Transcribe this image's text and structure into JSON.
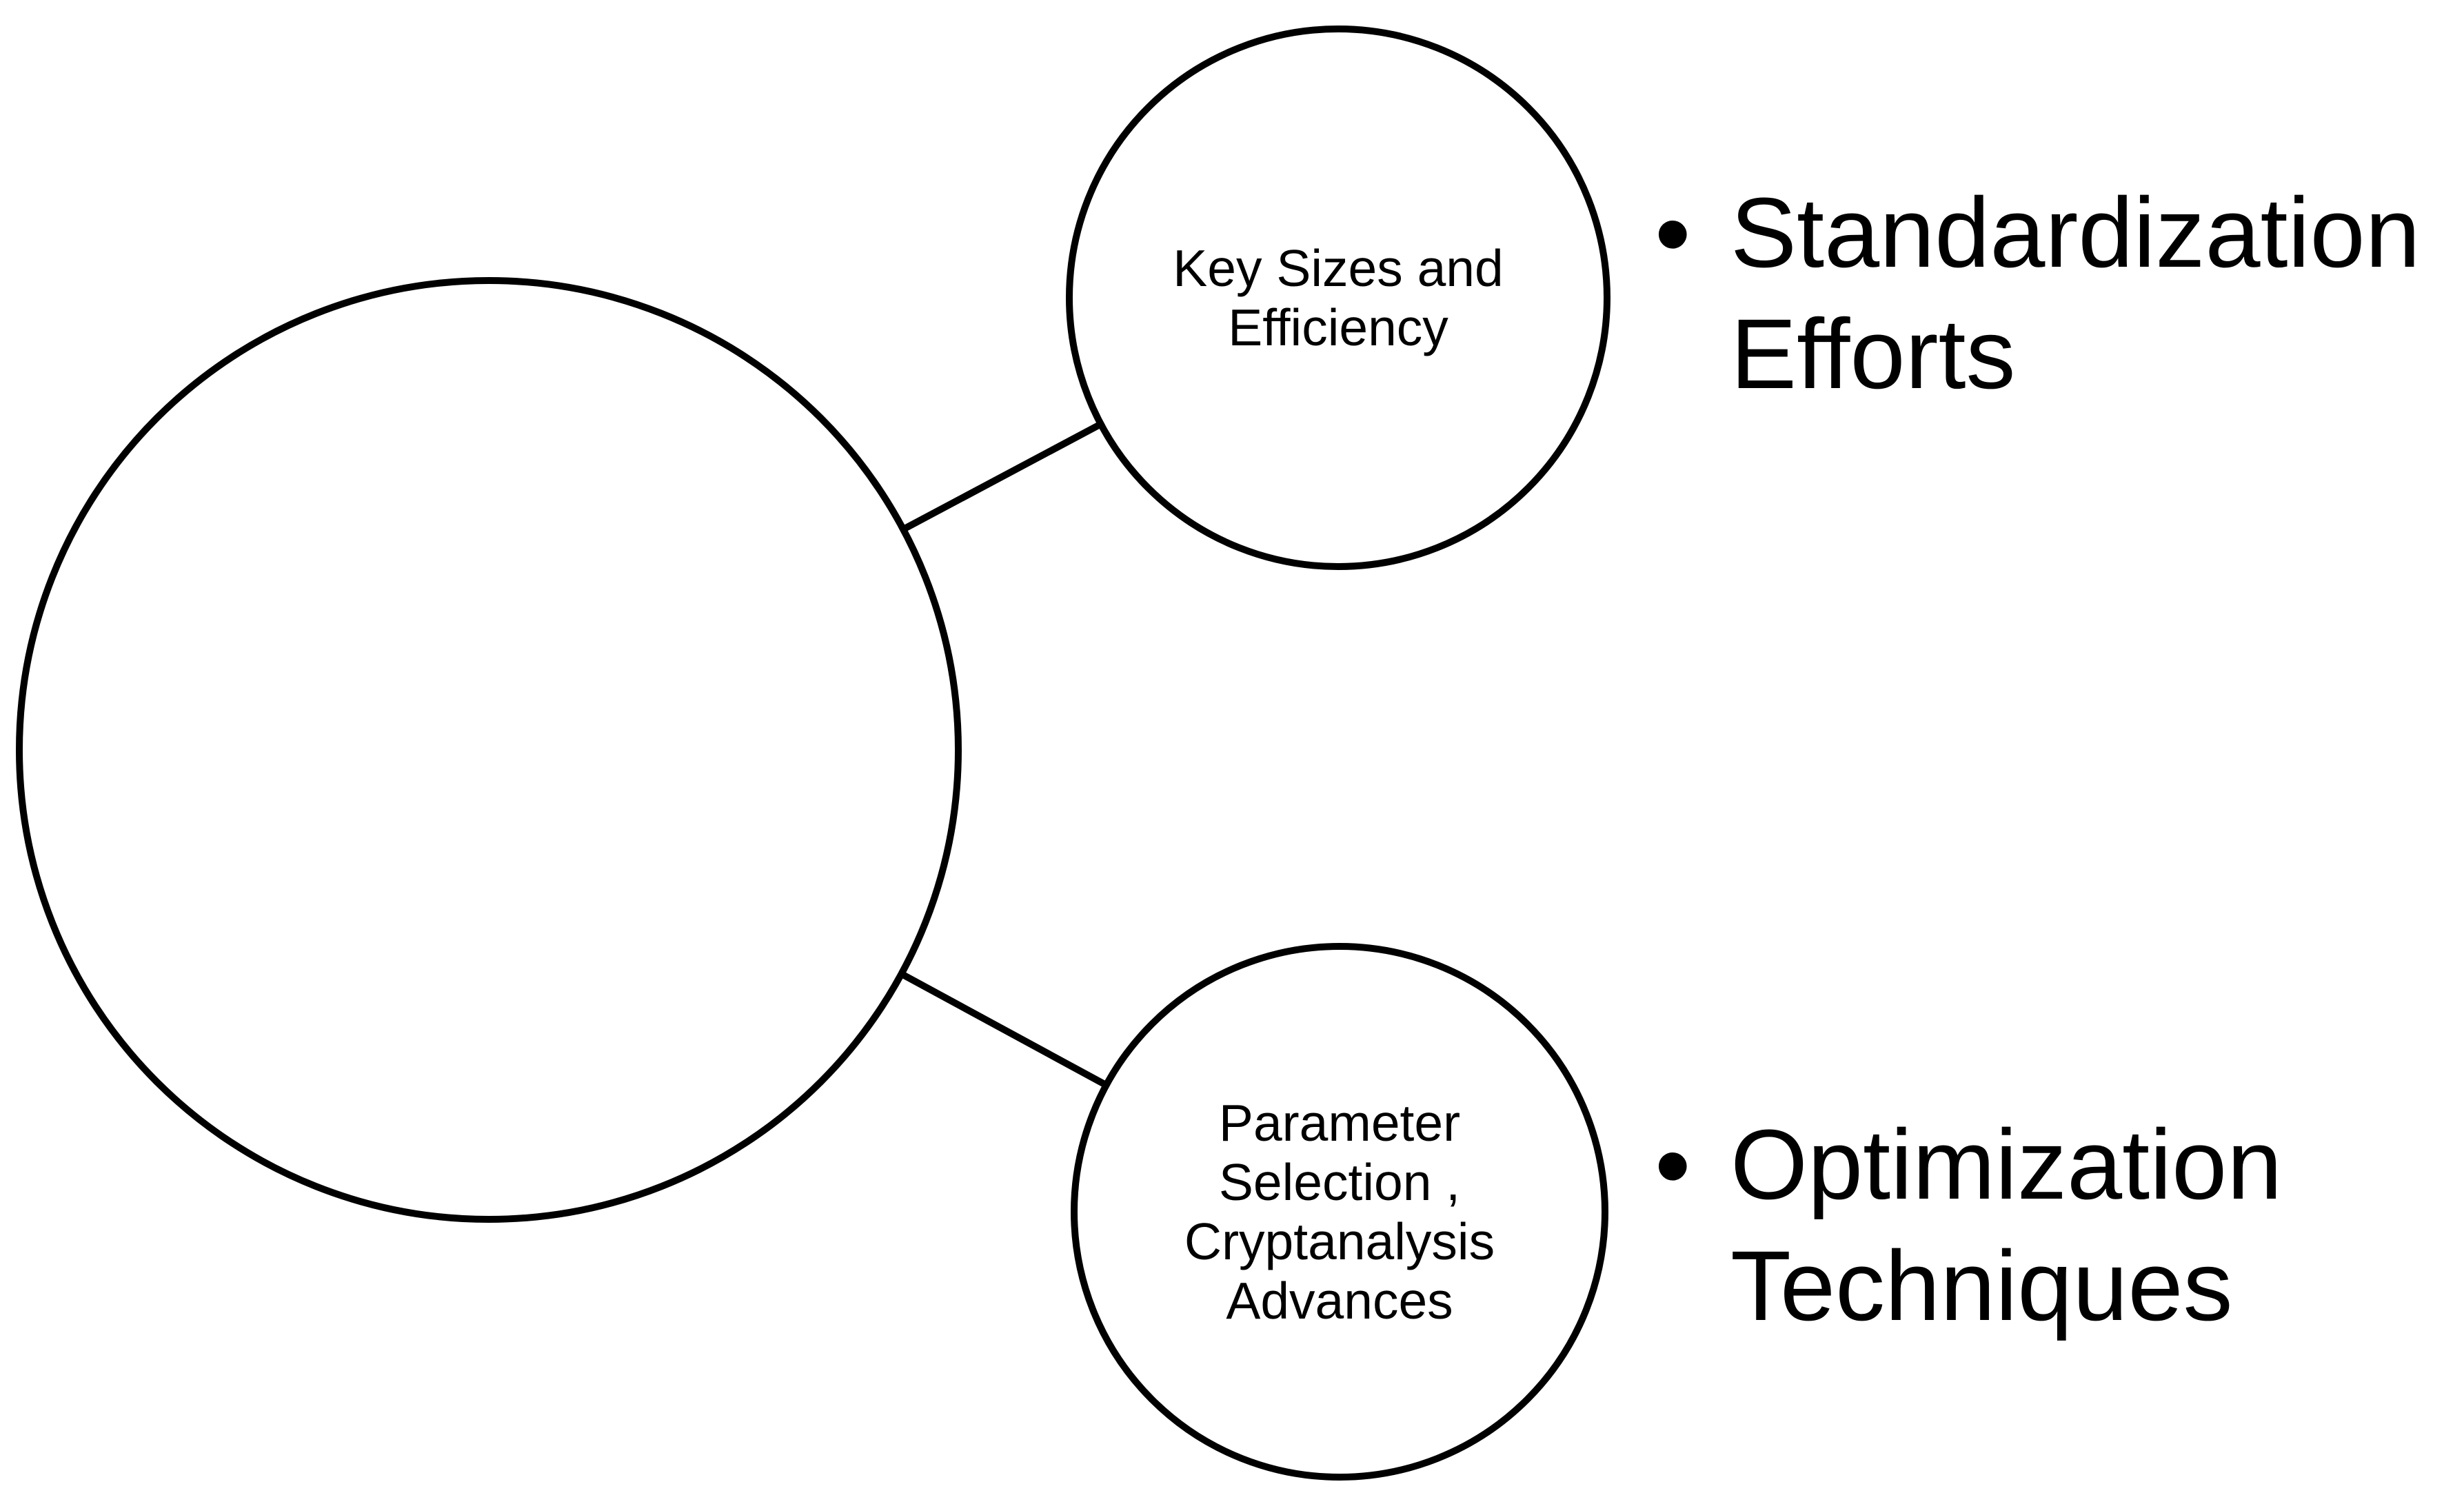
{
  "colors": {
    "background": "#ffffff",
    "ink": "#000000"
  },
  "diagram": {
    "central_node": {
      "label": ""
    },
    "nodes": [
      {
        "label": "Key Sizes and Efficiency"
      },
      {
        "label": "Parameter Selection , Cryptanalysis Advances"
      }
    ]
  },
  "bullets": [
    {
      "marker": "•",
      "label": "Standardization Efforts"
    },
    {
      "marker": "•",
      "label": "Optimization Techniques"
    }
  ]
}
